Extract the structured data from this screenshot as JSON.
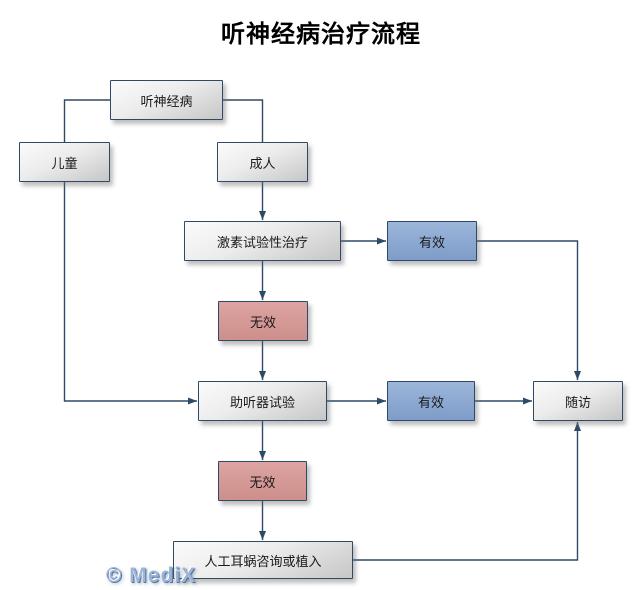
{
  "title": "听神经病治疗流程",
  "watermark": "© MediX",
  "colors": {
    "border": "#2e4a66",
    "line": "#2e4a66",
    "gray_top": "#fbfbfb",
    "gray_bottom": "#c6c6c6",
    "blue_top": "#9db6da",
    "blue_bottom": "#7e9cc8",
    "pink_top": "#dda4a1",
    "pink_bottom": "#cd8f8c"
  },
  "nodes": {
    "anp": {
      "label": "听神经病"
    },
    "child": {
      "label": "儿童"
    },
    "adult": {
      "label": "成人"
    },
    "hormone": {
      "label": "激素试验性治疗"
    },
    "effective1": {
      "label": "有效"
    },
    "ineffective1": {
      "label": "无效"
    },
    "hearing_aid": {
      "label": "助听器试验"
    },
    "effective2": {
      "label": "有效"
    },
    "followup": {
      "label": "随访"
    },
    "ineffective2": {
      "label": "无效"
    },
    "cochlear": {
      "label": "人工耳蜗咨询或植入"
    }
  }
}
